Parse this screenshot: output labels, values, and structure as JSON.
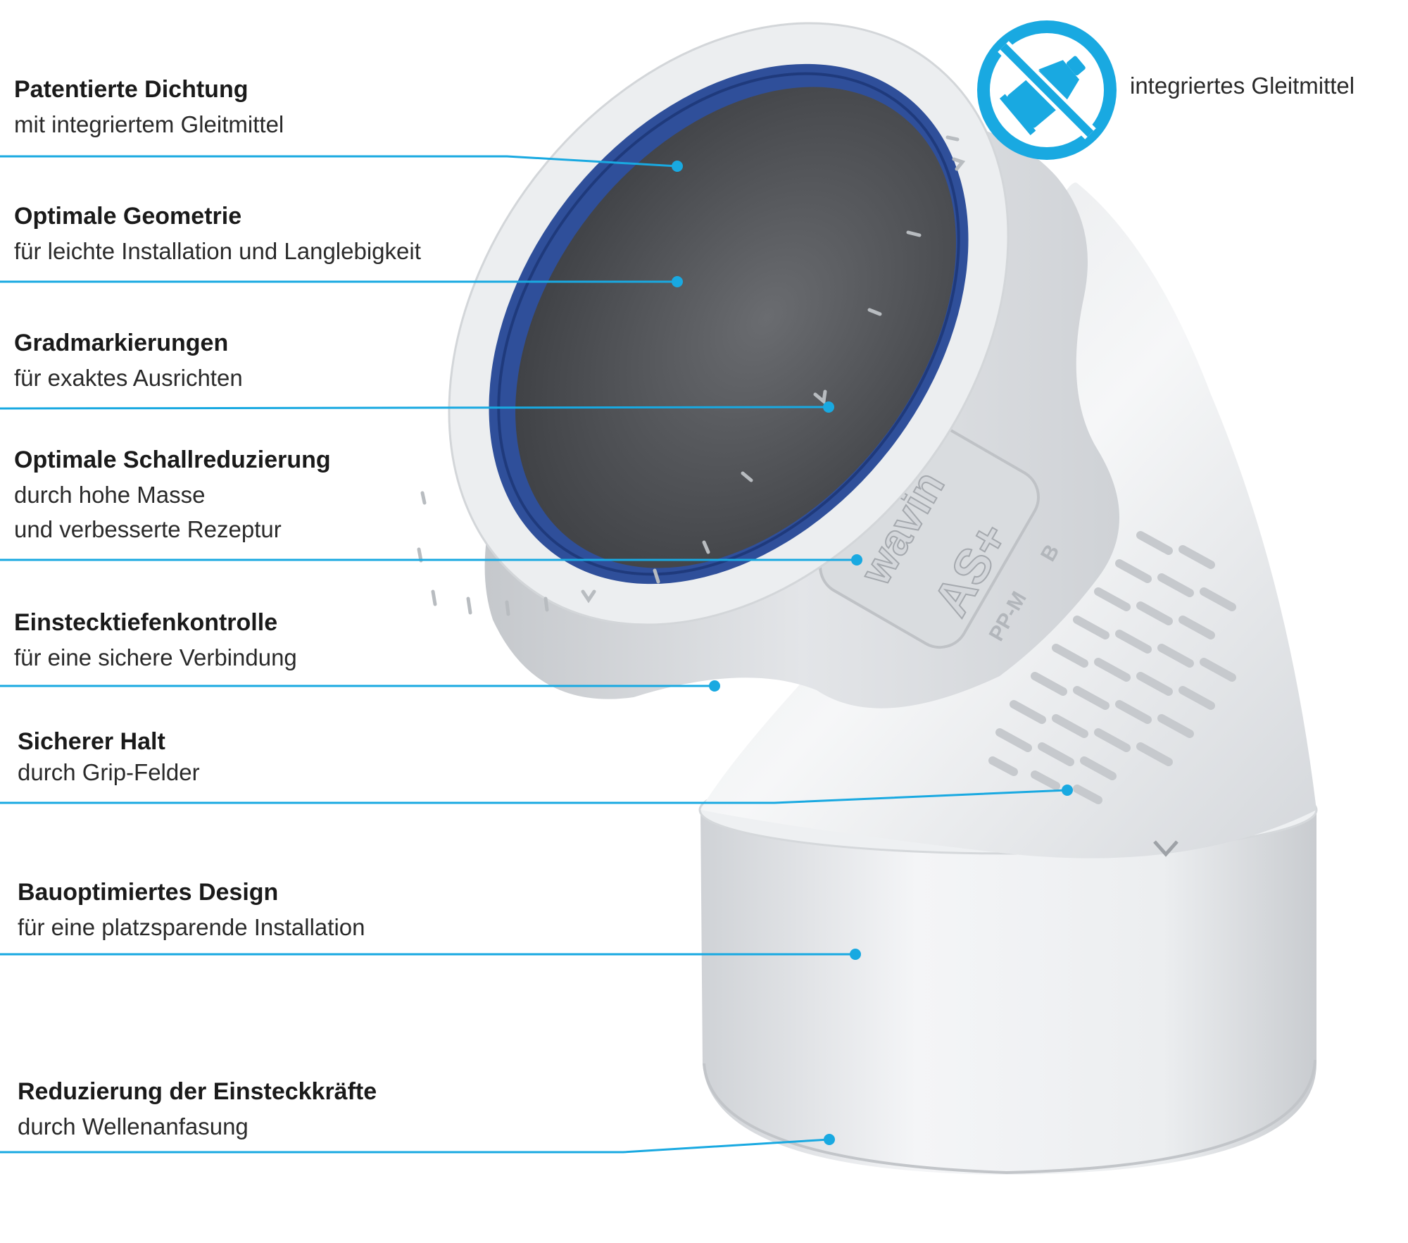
{
  "accent_color": "#19a9e1",
  "badge": {
    "icon": "no-lubricant-tube-icon",
    "label": "integriertes Gleitmittel"
  },
  "product": {
    "brand": "wavin",
    "model": "AS+",
    "material": "PP-M",
    "class": "B"
  },
  "features": [
    {
      "title": "Patentierte Dichtung",
      "desc": [
        "mit integriertem Gleitmittel"
      ]
    },
    {
      "title": "Optimale Geometrie",
      "desc": [
        "für leichte Installation und Langlebigkeit"
      ]
    },
    {
      "title": "Gradmarkierungen",
      "desc": [
        "für exaktes Ausrichten"
      ]
    },
    {
      "title": "Optimale Schallreduzierung",
      "desc": [
        "durch hohe Masse",
        "und verbesserte Rezeptur"
      ]
    },
    {
      "title": "Einstecktiefenkontrolle",
      "desc": [
        "für eine sichere Verbindung"
      ]
    },
    {
      "title": "Sicherer Halt",
      "desc": [
        "durch Grip-Felder"
      ]
    },
    {
      "title": "Bauoptimiertes Design",
      "desc": [
        "für eine platzsparende Installation"
      ]
    },
    {
      "title": "Reduzierung der Einsteckkräfte",
      "desc": [
        "durch Wellenanfasung"
      ]
    }
  ]
}
